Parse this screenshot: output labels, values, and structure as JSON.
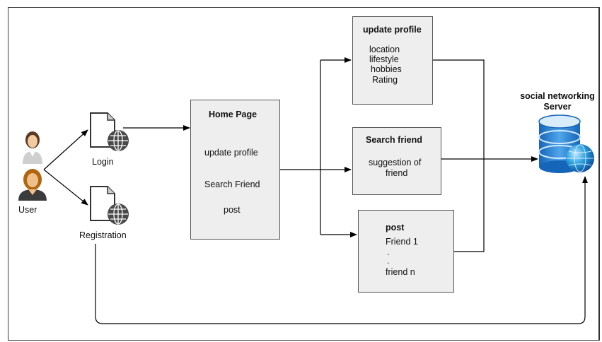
{
  "user": {
    "label": "User"
  },
  "login": {
    "label": "Login"
  },
  "registration": {
    "label": "Registration"
  },
  "home_page": {
    "title": "Home Page",
    "items": [
      "update profile",
      "Search  Friend",
      "post"
    ]
  },
  "update_profile": {
    "title": "update profile",
    "items": [
      "location",
      "lifestyle",
      "hobbies",
      "Rating"
    ]
  },
  "search_friend": {
    "title": "Search friend",
    "line1": "suggestion of",
    "line2": "friend"
  },
  "post": {
    "title": "post",
    "items": [
      "Friend 1",
      ".",
      ".",
      "friend n"
    ]
  },
  "server": {
    "line1": "social networking",
    "line2": "Server"
  },
  "icons": [
    "user-female-icon",
    "document-globe-icon",
    "database-globe-icon"
  ],
  "colors": {
    "box_fill": "#eeeeee",
    "globe": "#2a9fe0",
    "db_blue": "#1f78c8"
  }
}
